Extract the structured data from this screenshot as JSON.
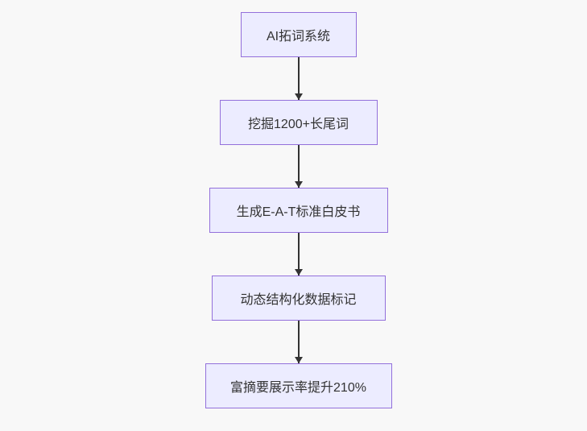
{
  "diagram": {
    "type": "flowchart",
    "direction": "top-down",
    "nodes": [
      {
        "id": "n1",
        "label": "AI拓词系统"
      },
      {
        "id": "n2",
        "label": "挖掘1200+长尾词"
      },
      {
        "id": "n3",
        "label": "生成E-A-T标准白皮书"
      },
      {
        "id": "n4",
        "label": "动态结构化数据标记"
      },
      {
        "id": "n5",
        "label": "富摘要展示率提升210%"
      }
    ],
    "edges": [
      {
        "from": "n1",
        "to": "n2"
      },
      {
        "from": "n2",
        "to": "n3"
      },
      {
        "from": "n3",
        "to": "n4"
      },
      {
        "from": "n4",
        "to": "n5"
      }
    ],
    "colors": {
      "background": "#f8f8f8",
      "node_fill": "#ECECFF",
      "node_border": "#9370DB",
      "node_text": "#333333",
      "arrow": "#333333"
    }
  }
}
